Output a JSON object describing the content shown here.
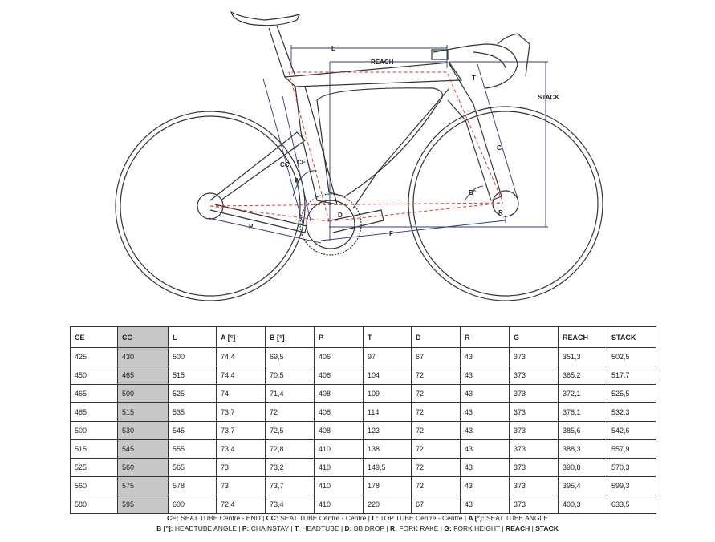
{
  "diagram_labels": {
    "L": "L",
    "REACH": "REACH",
    "STACK": "STACK",
    "T": "T",
    "G": "G",
    "B": "B°",
    "R": "R",
    "F": "F",
    "P": "P",
    "D": "D",
    "CC": "CC",
    "CE": "CE",
    "A": "A°"
  },
  "colors": {
    "frame": "#333333",
    "dim": "#2a3d7a",
    "dashed": "#e03030",
    "cc_column": "#c8c8c8"
  },
  "table": {
    "headers": [
      "CE",
      "CC",
      "L",
      "A [°]",
      "B [°]",
      "P",
      "T",
      "D",
      "R",
      "G",
      "REACH",
      "STACK"
    ],
    "rows": [
      [
        "425",
        "430",
        "500",
        "74,4",
        "69,5",
        "406",
        "97",
        "67",
        "43",
        "373",
        "351,3",
        "502,5"
      ],
      [
        "450",
        "465",
        "515",
        "74,4",
        "70,5",
        "406",
        "104",
        "72",
        "43",
        "373",
        "365,2",
        "517,7"
      ],
      [
        "465",
        "500",
        "525",
        "74",
        "71,4",
        "408",
        "109",
        "72",
        "43",
        "373",
        "372,1",
        "525,5"
      ],
      [
        "485",
        "515",
        "535",
        "73,7",
        "72",
        "408",
        "114",
        "72",
        "43",
        "373",
        "378,1",
        "532,3"
      ],
      [
        "500",
        "530",
        "545",
        "73,7",
        "72,5",
        "408",
        "123",
        "72",
        "43",
        "373",
        "385,6",
        "542,6"
      ],
      [
        "515",
        "545",
        "555",
        "73,4",
        "72,8",
        "410",
        "138",
        "72",
        "43",
        "373",
        "388,3",
        "557,9"
      ],
      [
        "525",
        "560",
        "565",
        "73",
        "73,2",
        "410",
        "149,5",
        "72",
        "43",
        "373",
        "390,8",
        "570,3"
      ],
      [
        "560",
        "575",
        "578",
        "73",
        "73,7",
        "410",
        "178",
        "72",
        "43",
        "373",
        "395,4",
        "599,3"
      ],
      [
        "580",
        "595",
        "600",
        "72,4",
        "73,4",
        "410",
        "220",
        "67",
        "43",
        "373",
        "400,3",
        "633,5"
      ]
    ]
  },
  "legend": {
    "line1": [
      {
        "key": "CE:",
        "text": " SEAT TUBE Centre - END | "
      },
      {
        "key": "CC:",
        "text": " SEAT TUBE Centre - Centre | "
      },
      {
        "key": "L:",
        "text": " TOP TUBE Centre - Centre | "
      },
      {
        "key": "A [°]:",
        "text": " SEAT TUBE ANGLE"
      }
    ],
    "line2": [
      {
        "key": "B [°]:",
        "text": " HEADTUBE ANGLE | "
      },
      {
        "key": "P:",
        "text": " CHAINSTAY | "
      },
      {
        "key": "T:",
        "text": " HEADTUBE | "
      },
      {
        "key": "D:",
        "text": " BB DROP | "
      },
      {
        "key": "R:",
        "text": " FORK RAKE | "
      },
      {
        "key": "G:",
        "text": " FORK HEIGHT | "
      },
      {
        "key": "REACH",
        "text": " | "
      },
      {
        "key": "STACK",
        "text": ""
      }
    ]
  }
}
